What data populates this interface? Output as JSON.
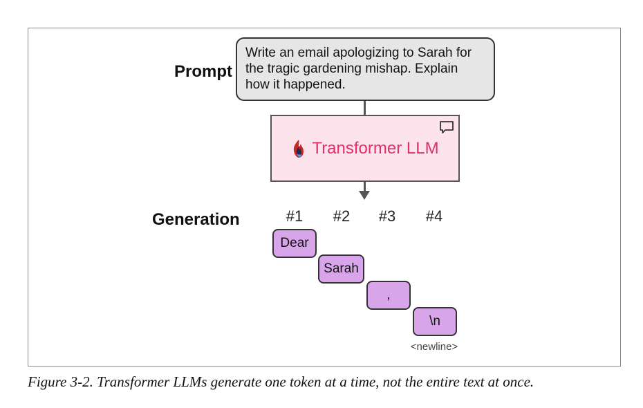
{
  "prompt": {
    "label": "Prompt",
    "text": "Write an email apologizing to Sarah for the tragic gardening mishap. Explain how it happened."
  },
  "llm": {
    "title": "Transformer LLM",
    "icon": "flame-icon",
    "corner_icon": "chat-bubble-icon",
    "accent_color": "#e0306a",
    "box_color": "#fde4ec"
  },
  "generation": {
    "label": "Generation",
    "positions": [
      "#1",
      "#2",
      "#3",
      "#4"
    ],
    "tokens": [
      "Dear",
      "Sarah",
      ",",
      "\\n"
    ],
    "newline_note": "<newline>",
    "token_color": "#d9a5ea"
  },
  "caption": "Figure 3-2. Transformer LLMs generate one token at a time, not the entire text at once."
}
